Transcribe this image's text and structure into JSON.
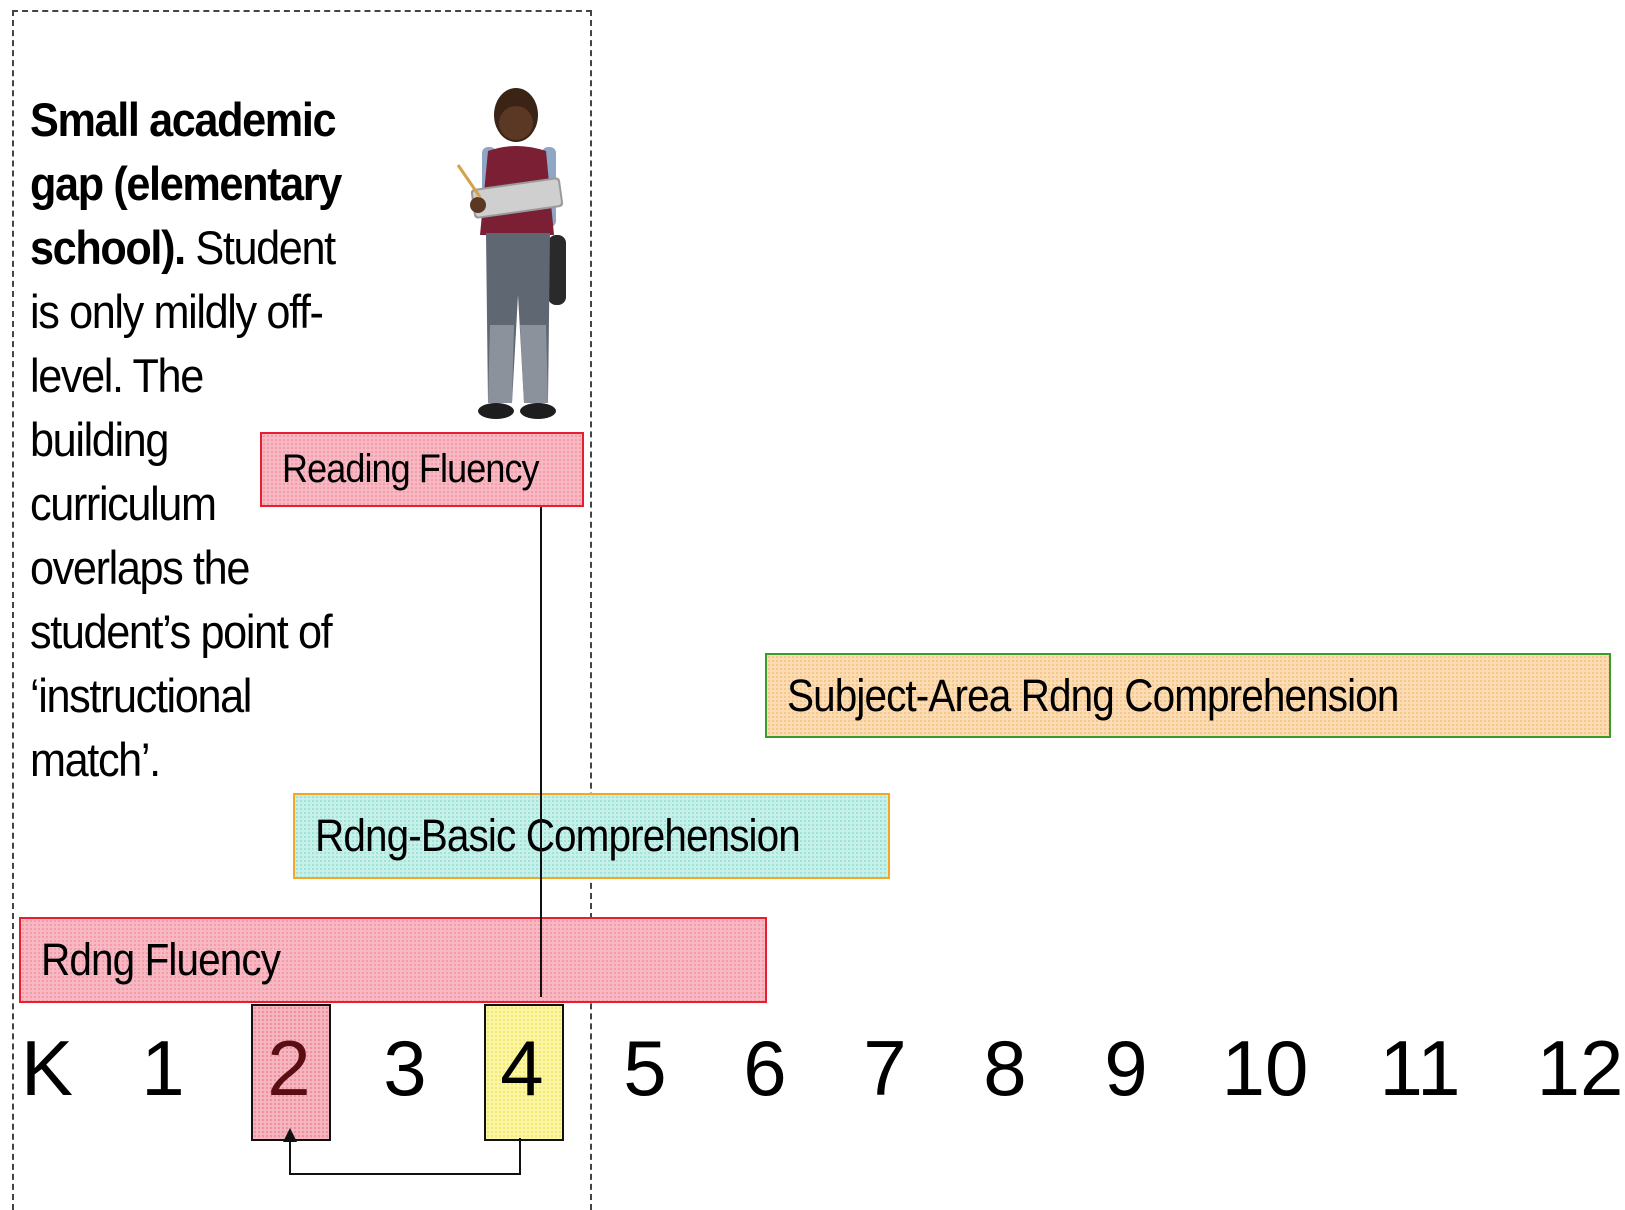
{
  "description": {
    "bold": "Small academic gap (elementary school).",
    "body": " Student is only mildly off-level. The building curriculum overlaps the student’s point of ‘instructional match’."
  },
  "bands": {
    "reading_fluency": "Reading Fluency",
    "subject_area": "Subject-Area Rdng Comprehension",
    "basic_comprehension": "Rdng-Basic Comprehension",
    "rdng_fluency": "Rdng Fluency"
  },
  "grades": [
    "K",
    "1",
    "2",
    "3",
    "4",
    "5",
    "6",
    "7",
    "8",
    "9",
    "10",
    "11",
    "12"
  ],
  "colors": {
    "pink_fill": "#f7b9c3",
    "red_border": "#e61e2e",
    "cyan_fill": "#c6f1ea",
    "orange_border": "#f5a623",
    "peach_fill": "#fbdcb4",
    "green_border": "#3a9a2a",
    "yellow_fill": "#fbf6a6"
  },
  "icons": {
    "student": "student-with-book-icon",
    "arrow": "arrow-up-icon"
  }
}
